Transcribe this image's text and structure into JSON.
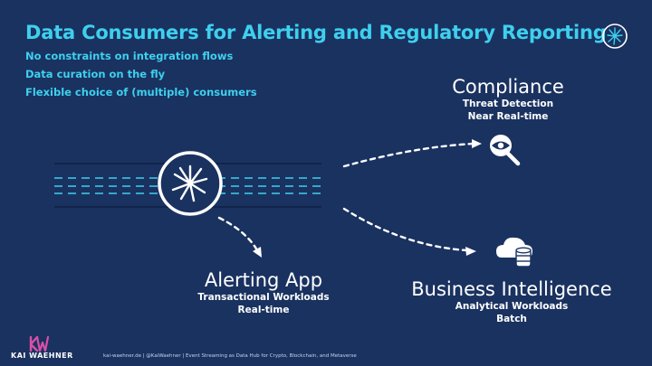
{
  "title": "Data Consumers for Alerting and Regulatory Reporting",
  "bullets": [
    "No constraints on integration flows",
    "Data curation on the fly",
    "Flexible choice of (multiple) consumers"
  ],
  "consumers": {
    "compliance": {
      "title": "Compliance",
      "line1": "Threat Detection",
      "line2": "Near Real-time",
      "icon": "magnifier-eye-icon"
    },
    "alerting": {
      "title": "Alerting App",
      "line1": "Transactional Workloads",
      "line2": "Real-time"
    },
    "bi": {
      "title": "Business Intelligence",
      "line1": "Analytical Workloads",
      "line2": "Batch",
      "icon": "cloud-database-icon"
    }
  },
  "footer": "kai-waehner.de | @KaiWaehner | Event Streaming as Data Hub for Crypto, Blockchain, and Metaverse",
  "brand": "KAI WAEHNER",
  "colors": {
    "background": "#1a3260",
    "accent": "#3ed0ee",
    "text": "#ffffff",
    "brand": "#d94fa8"
  }
}
